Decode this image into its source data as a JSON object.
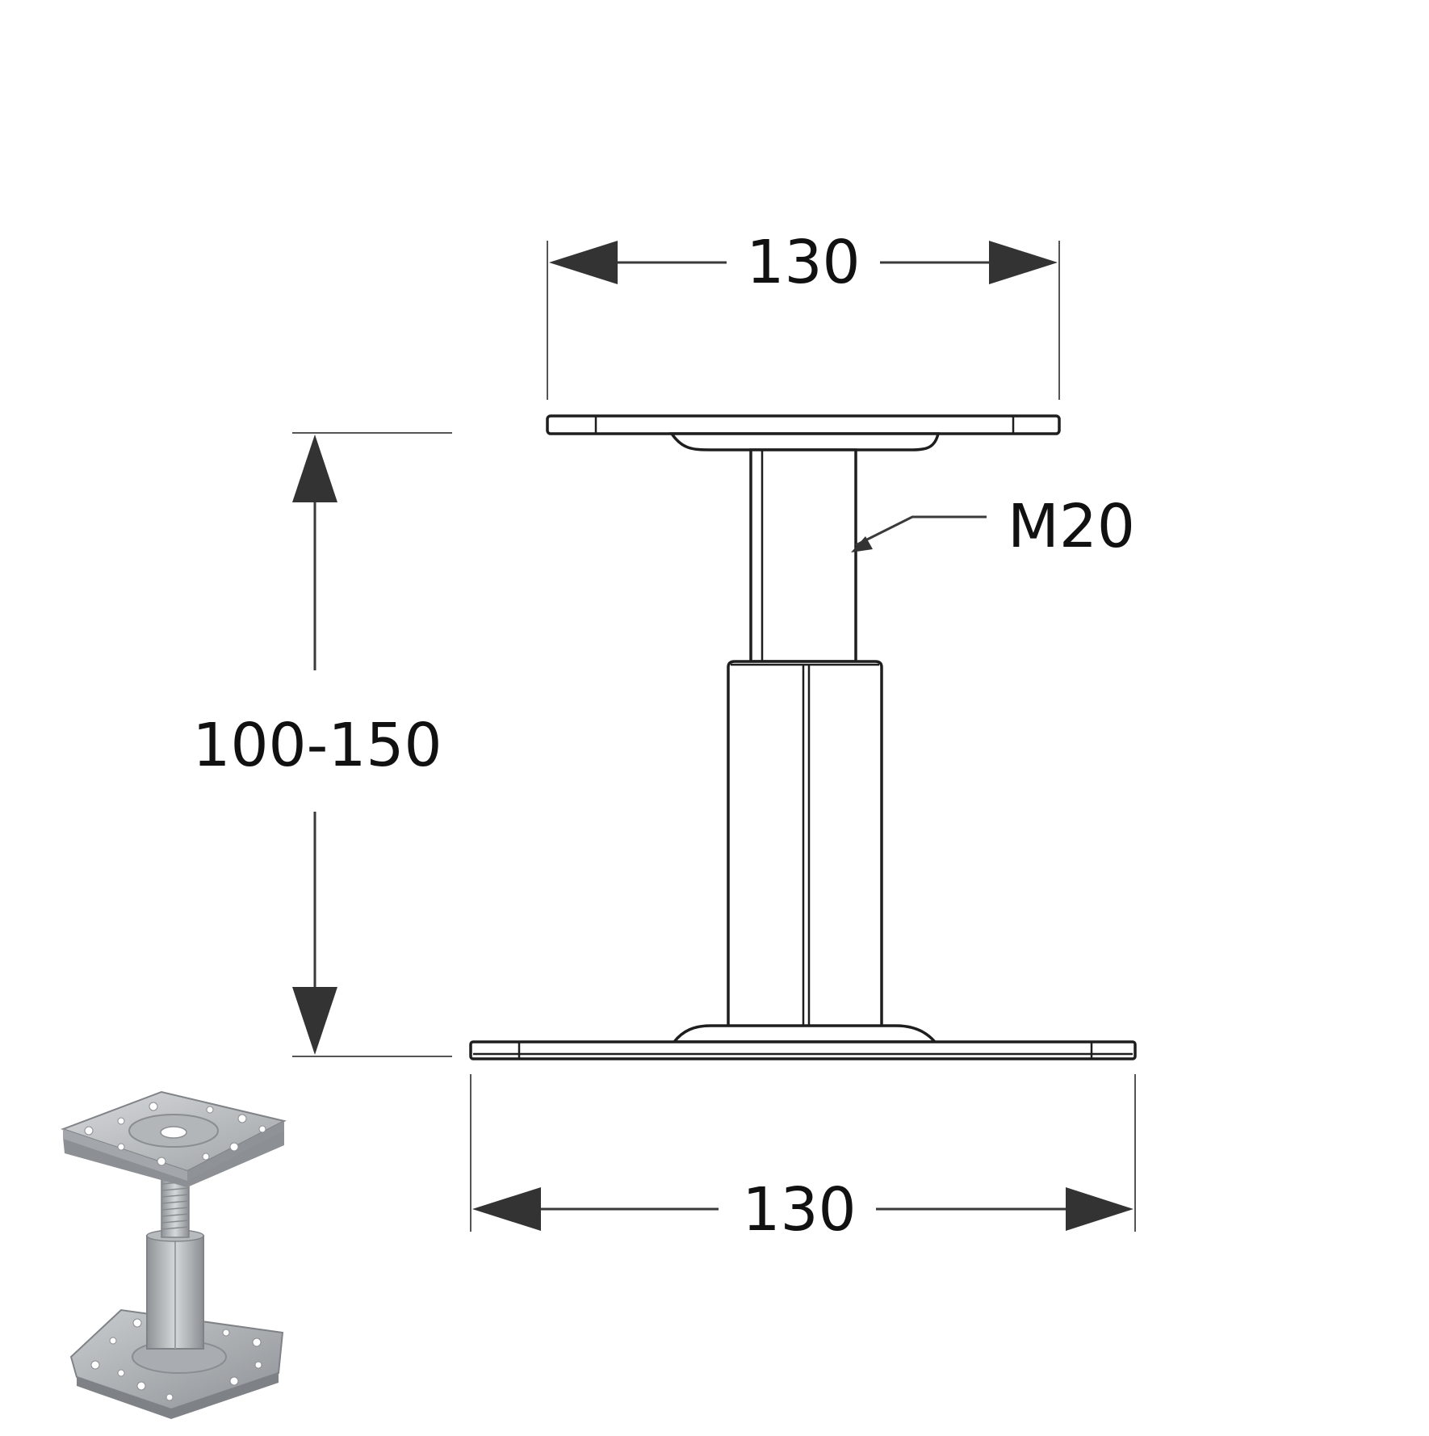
{
  "dimensions": {
    "top_width": "130",
    "height_range": "100-150",
    "thread": "M20",
    "bottom_width": "130"
  },
  "colors": {
    "line": "#1e1e1e",
    "arrow": "#333333",
    "photo_metal": "#b9bcbf"
  },
  "inset": {
    "description_icon": "adjustable-post-base-photo"
  }
}
